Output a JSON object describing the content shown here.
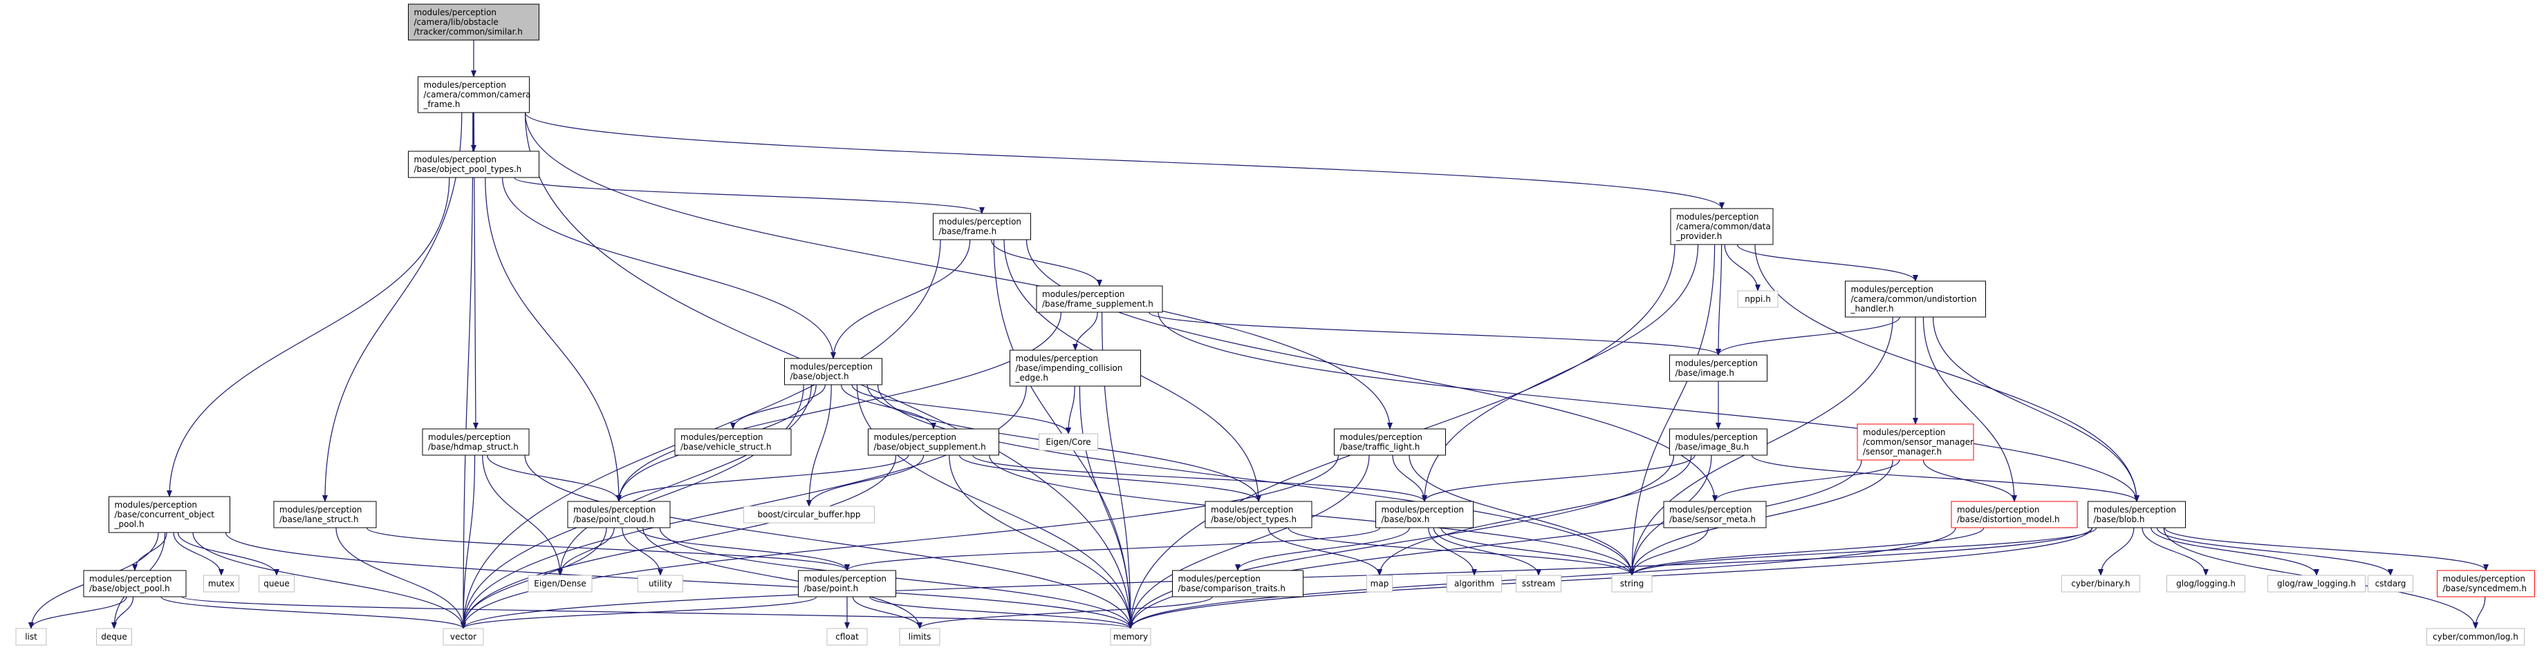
{
  "nodes": [
    {
      "id": "similar",
      "label": [
        "modules/perception",
        "/camera/lib/obstacle",
        "/tracker/common/similar.h"
      ],
      "style": "root"
    },
    {
      "id": "camera_frame",
      "label": [
        "modules/perception",
        "/camera/common/camera",
        "_frame.h"
      ],
      "style": "normal"
    },
    {
      "id": "object_pool_types",
      "label": [
        "modules/perception",
        "/base/object_pool_types.h"
      ],
      "style": "normal"
    },
    {
      "id": "concurrent_object_pool",
      "label": [
        "modules/perception",
        "/base/concurrent_object",
        "_pool.h"
      ],
      "style": "normal"
    },
    {
      "id": "object_pool",
      "label": [
        "modules/perception",
        "/base/object_pool.h"
      ],
      "style": "normal"
    },
    {
      "id": "lane_struct",
      "label": [
        "modules/perception",
        "/base/lane_struct.h"
      ],
      "style": "normal"
    },
    {
      "id": "hdmap_struct",
      "label": [
        "modules/perception",
        "/base/hdmap_struct.h"
      ],
      "style": "normal"
    },
    {
      "id": "frame",
      "label": [
        "modules/perception",
        "/base/frame.h"
      ],
      "style": "normal"
    },
    {
      "id": "frame_supplement",
      "label": [
        "modules/perception",
        "/base/frame_supplement.h"
      ],
      "style": "normal"
    },
    {
      "id": "impending_collision_edge",
      "label": [
        "modules/perception",
        "/base/impending_collision",
        "_edge.h"
      ],
      "style": "normal"
    },
    {
      "id": "object",
      "label": [
        "modules/perception",
        "/base/object.h"
      ],
      "style": "normal"
    },
    {
      "id": "vehicle_struct",
      "label": [
        "modules/perception",
        "/base/vehicle_struct.h"
      ],
      "style": "normal"
    },
    {
      "id": "object_supplement",
      "label": [
        "modules/perception",
        "/base/object_supplement.h"
      ],
      "style": "normal"
    },
    {
      "id": "point_cloud",
      "label": [
        "modules/perception",
        "/base/point_cloud.h"
      ],
      "style": "normal"
    },
    {
      "id": "point",
      "label": [
        "modules/perception",
        "/base/point.h"
      ],
      "style": "normal"
    },
    {
      "id": "object_types",
      "label": [
        "modules/perception",
        "/base/object_types.h"
      ],
      "style": "normal"
    },
    {
      "id": "comparison_traits",
      "label": [
        "modules/perception",
        "/base/comparison_traits.h"
      ],
      "style": "normal"
    },
    {
      "id": "traffic_light",
      "label": [
        "modules/perception",
        "/base/traffic_light.h"
      ],
      "style": "normal"
    },
    {
      "id": "box",
      "label": [
        "modules/perception",
        "/base/box.h"
      ],
      "style": "normal"
    },
    {
      "id": "data_provider",
      "label": [
        "modules/perception",
        "/camera/common/data",
        "_provider.h"
      ],
      "style": "normal"
    },
    {
      "id": "undistortion_handler",
      "label": [
        "modules/perception",
        "/camera/common/undistortion",
        "_handler.h"
      ],
      "style": "normal"
    },
    {
      "id": "image",
      "label": [
        "modules/perception",
        "/base/image.h"
      ],
      "style": "normal"
    },
    {
      "id": "image_8u",
      "label": [
        "modules/perception",
        "/base/image_8u.h"
      ],
      "style": "normal"
    },
    {
      "id": "sensor_manager",
      "label": [
        "modules/perception",
        "/common/sensor_manager",
        "/sensor_manager.h"
      ],
      "style": "red"
    },
    {
      "id": "sensor_meta",
      "label": [
        "modules/perception",
        "/base/sensor_meta.h"
      ],
      "style": "normal"
    },
    {
      "id": "distortion_model",
      "label": [
        "modules/perception",
        "/base/distortion_model.h"
      ],
      "style": "red"
    },
    {
      "id": "blob",
      "label": [
        "modules/perception",
        "/base/blob.h"
      ],
      "style": "normal"
    },
    {
      "id": "syncedmem",
      "label": [
        "modules/perception",
        "/base/syncedmem.h"
      ],
      "style": "red"
    },
    {
      "id": "list",
      "label": [
        "list"
      ],
      "style": "gray"
    },
    {
      "id": "deque",
      "label": [
        "deque"
      ],
      "style": "gray"
    },
    {
      "id": "vector",
      "label": [
        "vector"
      ],
      "style": "gray"
    },
    {
      "id": "mutex",
      "label": [
        "mutex"
      ],
      "style": "gray"
    },
    {
      "id": "queue",
      "label": [
        "queue"
      ],
      "style": "gray"
    },
    {
      "id": "memory",
      "label": [
        "memory"
      ],
      "style": "gray"
    },
    {
      "id": "eigen_dense",
      "label": [
        "Eigen/Dense"
      ],
      "style": "gray"
    },
    {
      "id": "utility",
      "label": [
        "utility"
      ],
      "style": "gray"
    },
    {
      "id": "cfloat",
      "label": [
        "cfloat"
      ],
      "style": "gray"
    },
    {
      "id": "limits",
      "label": [
        "limits"
      ],
      "style": "gray"
    },
    {
      "id": "boost_cb",
      "label": [
        "boost/circular_buffer.hpp"
      ],
      "style": "gray"
    },
    {
      "id": "eigen_core",
      "label": [
        "Eigen/Core"
      ],
      "style": "gray"
    },
    {
      "id": "map",
      "label": [
        "map"
      ],
      "style": "gray"
    },
    {
      "id": "algorithm",
      "label": [
        "algorithm"
      ],
      "style": "gray"
    },
    {
      "id": "sstream",
      "label": [
        "sstream"
      ],
      "style": "gray"
    },
    {
      "id": "string",
      "label": [
        "string"
      ],
      "style": "gray"
    },
    {
      "id": "nppi",
      "label": [
        "nppi.h"
      ],
      "style": "gray"
    },
    {
      "id": "cyber_binary",
      "label": [
        "cyber/binary.h"
      ],
      "style": "gray"
    },
    {
      "id": "glog_logging",
      "label": [
        "glog/logging.h"
      ],
      "style": "gray"
    },
    {
      "id": "glog_raw_logging",
      "label": [
        "glog/raw_logging.h"
      ],
      "style": "gray"
    },
    {
      "id": "cstdarg",
      "label": [
        "cstdarg"
      ],
      "style": "gray"
    },
    {
      "id": "cyber_log",
      "label": [
        "cyber/common/log.h"
      ],
      "style": "gray"
    }
  ],
  "edges": [
    [
      "similar",
      "camera_frame"
    ],
    [
      "camera_frame",
      "object_pool_types"
    ],
    [
      "camera_frame",
      "lane_struct"
    ],
    [
      "camera_frame",
      "hdmap_struct"
    ],
    [
      "camera_frame",
      "vector"
    ],
    [
      "camera_frame",
      "memory"
    ],
    [
      "camera_frame",
      "traffic_light"
    ],
    [
      "camera_frame",
      "data_provider"
    ],
    [
      "object_pool_types",
      "concurrent_object_pool"
    ],
    [
      "object_pool_types",
      "frame"
    ],
    [
      "object_pool_types",
      "object"
    ],
    [
      "object_pool_types",
      "point_cloud"
    ],
    [
      "concurrent_object_pool",
      "object_pool"
    ],
    [
      "concurrent_object_pool",
      "list"
    ],
    [
      "concurrent_object_pool",
      "deque"
    ],
    [
      "concurrent_object_pool",
      "vector"
    ],
    [
      "concurrent_object_pool",
      "mutex"
    ],
    [
      "concurrent_object_pool",
      "queue"
    ],
    [
      "concurrent_object_pool",
      "memory"
    ],
    [
      "object_pool",
      "list"
    ],
    [
      "object_pool",
      "deque"
    ],
    [
      "object_pool",
      "vector"
    ],
    [
      "object_pool",
      "memory"
    ],
    [
      "lane_struct",
      "vector"
    ],
    [
      "lane_struct",
      "point"
    ],
    [
      "hdmap_struct",
      "vector"
    ],
    [
      "hdmap_struct",
      "point_cloud"
    ],
    [
      "hdmap_struct",
      "eigen_dense"
    ],
    [
      "hdmap_struct",
      "memory"
    ],
    [
      "frame",
      "frame_supplement"
    ],
    [
      "frame",
      "object"
    ],
    [
      "frame",
      "object_types"
    ],
    [
      "frame",
      "sensor_meta"
    ],
    [
      "frame",
      "vector"
    ],
    [
      "frame",
      "memory"
    ],
    [
      "frame_supplement",
      "impending_collision_edge"
    ],
    [
      "frame_supplement",
      "image"
    ],
    [
      "frame_supplement",
      "point_cloud"
    ],
    [
      "frame_supplement",
      "blob"
    ],
    [
      "frame_supplement",
      "memory"
    ],
    [
      "impending_collision_edge",
      "eigen_core"
    ],
    [
      "impending_collision_edge",
      "memory"
    ],
    [
      "impending_collision_edge",
      "vector"
    ],
    [
      "object",
      "vehicle_struct"
    ],
    [
      "object",
      "object_supplement"
    ],
    [
      "object",
      "point_cloud"
    ],
    [
      "object",
      "object_types"
    ],
    [
      "object",
      "eigen_core"
    ],
    [
      "object",
      "boost_cb"
    ],
    [
      "object",
      "string"
    ],
    [
      "object",
      "vector"
    ],
    [
      "object",
      "memory"
    ],
    [
      "object",
      "eigen_dense"
    ],
    [
      "object_supplement",
      "point_cloud"
    ],
    [
      "object_supplement",
      "box"
    ],
    [
      "object_supplement",
      "object_types"
    ],
    [
      "object_supplement",
      "boost_cb"
    ],
    [
      "object_supplement",
      "vector"
    ],
    [
      "object_supplement",
      "memory"
    ],
    [
      "object_supplement",
      "string"
    ],
    [
      "point_cloud",
      "point"
    ],
    [
      "point_cloud",
      "eigen_dense"
    ],
    [
      "point_cloud",
      "utility"
    ],
    [
      "point_cloud",
      "vector"
    ],
    [
      "point_cloud",
      "memory"
    ],
    [
      "point_cloud",
      "limits"
    ],
    [
      "point",
      "cfloat"
    ],
    [
      "point",
      "limits"
    ],
    [
      "point",
      "memory"
    ],
    [
      "point",
      "vector"
    ],
    [
      "object_types",
      "map"
    ],
    [
      "object_types",
      "string"
    ],
    [
      "comparison_traits",
      "limits"
    ],
    [
      "traffic_light",
      "box"
    ],
    [
      "traffic_light",
      "vector"
    ],
    [
      "traffic_light",
      "memory"
    ],
    [
      "traffic_light",
      "string"
    ],
    [
      "box",
      "comparison_traits"
    ],
    [
      "box",
      "algorithm"
    ],
    [
      "box",
      "sstream"
    ],
    [
      "box",
      "string"
    ],
    [
      "box",
      "point"
    ],
    [
      "data_provider",
      "undistortion_handler"
    ],
    [
      "data_provider",
      "image"
    ],
    [
      "data_provider",
      "nppi"
    ],
    [
      "data_provider",
      "box"
    ],
    [
      "data_provider",
      "blob"
    ],
    [
      "data_provider",
      "string"
    ],
    [
      "data_provider",
      "memory"
    ],
    [
      "undistortion_handler",
      "image"
    ],
    [
      "undistortion_handler",
      "sensor_manager"
    ],
    [
      "undistortion_handler",
      "distortion_model"
    ],
    [
      "undistortion_handler",
      "blob"
    ],
    [
      "undistortion_handler",
      "string"
    ],
    [
      "image",
      "image_8u"
    ],
    [
      "image_8u",
      "box"
    ],
    [
      "image_8u",
      "blob"
    ],
    [
      "image_8u",
      "map"
    ],
    [
      "image_8u",
      "memory"
    ],
    [
      "image_8u",
      "string"
    ],
    [
      "sensor_manager",
      "sensor_meta"
    ],
    [
      "sensor_manager",
      "distortion_model"
    ],
    [
      "sensor_manager",
      "string"
    ],
    [
      "sensor_manager",
      "memory"
    ],
    [
      "sensor_meta",
      "string"
    ],
    [
      "distortion_model",
      "string"
    ],
    [
      "distortion_model",
      "memory"
    ],
    [
      "blob",
      "syncedmem"
    ],
    [
      "blob",
      "cyber_binary"
    ],
    [
      "blob",
      "glog_logging"
    ],
    [
      "blob",
      "glog_raw_logging"
    ],
    [
      "blob",
      "cstdarg"
    ],
    [
      "blob",
      "cyber_log"
    ],
    [
      "blob",
      "vector"
    ],
    [
      "blob",
      "memory"
    ],
    [
      "blob",
      "string"
    ],
    [
      "syncedmem",
      "cyber_log"
    ]
  ]
}
